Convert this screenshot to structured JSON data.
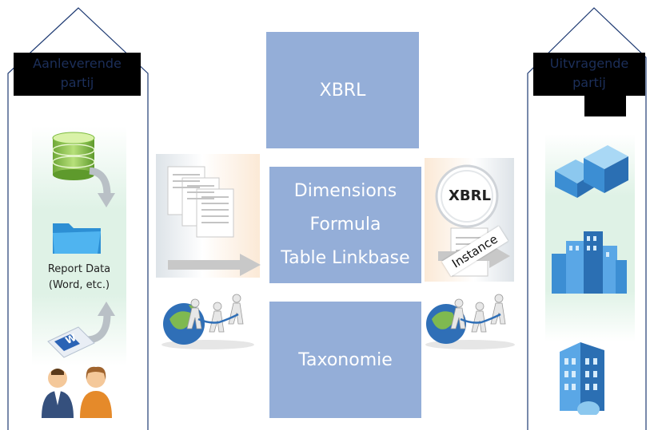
{
  "left_column": {
    "title_line1": "Aanleverende",
    "title_line2": "partij",
    "report_label_line1": "Report Data",
    "report_label_line2": "(Word, etc.)",
    "word_icon_letter": "W"
  },
  "right_column": {
    "title_line1": "Uitvragende",
    "title_line2": "partij"
  },
  "center": {
    "top_box": "XBRL",
    "middle_box_line1": "Dimensions",
    "middle_box_line2": "Formula",
    "middle_box_line3": "Table Linkbase",
    "bottom_box": "Taxonomie"
  },
  "right_flow": {
    "circle_text": "XBRL",
    "instance_label": "Instance"
  },
  "colors": {
    "box_blue": "#94aed8",
    "outline_navy": "#1f3b73",
    "label_text": "#1c2f5a",
    "panel_mint": "#dff2e6",
    "arrow_gray": "#c8c8c8"
  }
}
